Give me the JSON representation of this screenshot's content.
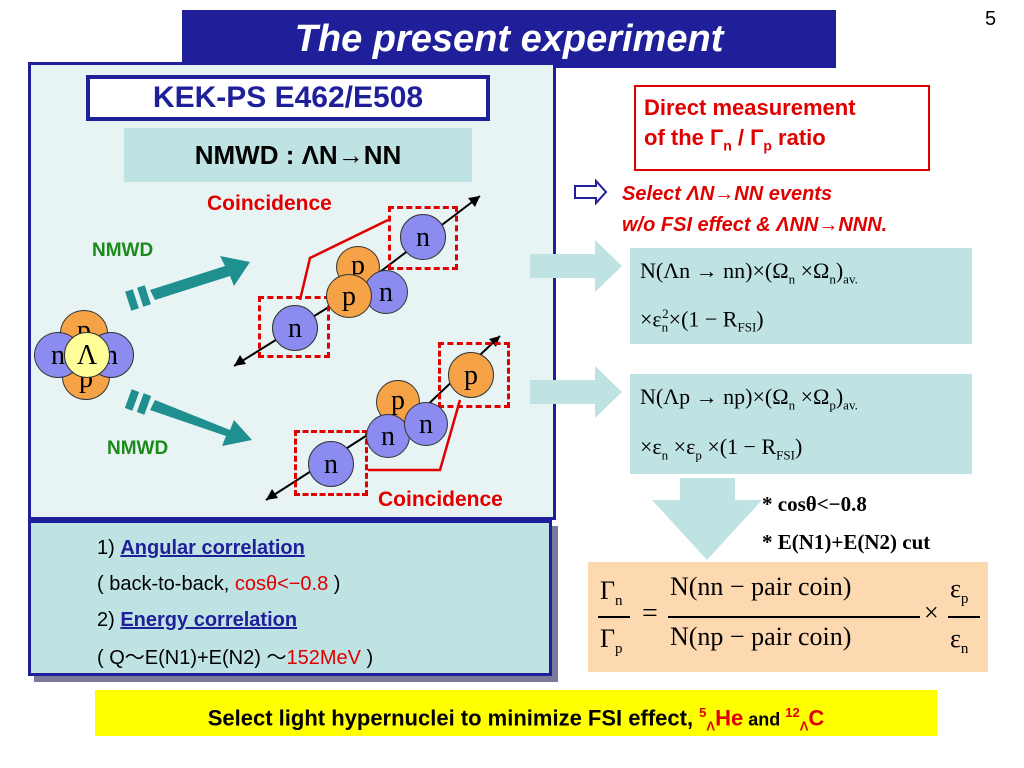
{
  "page_number": "5",
  "title": "The present experiment",
  "left_panel": {
    "experiment": "KEK-PS E462/E508",
    "nmwd_prefix": "NMWD :  ",
    "nmwd_process": "ΛN→NN",
    "coincidence_top": "Coincidence",
    "coincidence_bottom": "Coincidence",
    "nmwd_label_top": "NMWD",
    "nmwd_label_bottom": "NMWD",
    "lambda": "Λ"
  },
  "particles": {
    "n": "n",
    "p": "p"
  },
  "right_panel": {
    "direct_line1": "Direct measurement",
    "direct_line2_prefix": "of the ",
    "gamma": "Γ",
    "sub_n": "n",
    "sub_p": "p",
    "slash": " / ",
    "direct_line2_suffix": " ratio",
    "select_line1_prefix": "Select ",
    "select_line1_suffix": "N→NN events",
    "select_line2_prefix": "w/o FSI effect & ",
    "select_line2_suffix": "NN→NNN.",
    "formula1_line1": "N(Λn → nn)×(Ω",
    "formula1_line1_mid": " ×Ω",
    "formula1_av": "av.",
    "formula1_line2": "×ε",
    "formula1_line2_rest": "×(1 − R",
    "fsi": "FSI",
    "formula2_line1": "N(Λp → np)×(Ω",
    "formula2_line1_mid": " ×Ω",
    "formula2_line2": "×ε",
    "formula2_line2_mid": " ×ε",
    "formula2_line2_rest": " ×(1 − R",
    "sup2": "2",
    "cut1": "* cosθ<−0.8",
    "cut2": "* E(N1)+E(N2) cut"
  },
  "ratio_formula": {
    "num": "N(nn − pair coin)",
    "den": "N(np − pair coin)",
    "eq": "=",
    "times": "×",
    "eps": "ε"
  },
  "bottom_panel": {
    "item1_num": "1) ",
    "item1_title": "Angular correlation",
    "item1_detail_prefix": "( back-to-back, ",
    "item1_detail_red": "cosθ<−0.8",
    "item1_detail_suffix": " )",
    "item2_num": "2) ",
    "item2_title": "Energy correlation",
    "item2_detail_prefix": "( Q〜E(N1)+E(N2) 〜",
    "item2_detail_red": "152MeV",
    "item2_detail_suffix": "  )"
  },
  "footer": {
    "text": "Select light hypernuclei to minimize FSI effect, ",
    "he_sup": "5",
    "he_sub": "Λ",
    "he": "He",
    "and": " and ",
    "c_sup": "12",
    "c_sub": "Λ",
    "c": "C"
  },
  "colors": {
    "navy": "#1f1f9a",
    "red": "#e00000",
    "green": "#1a8a1a",
    "neutron": "#8c8cf0",
    "proton": "#f6a347",
    "highlight": "#ffff00"
  }
}
